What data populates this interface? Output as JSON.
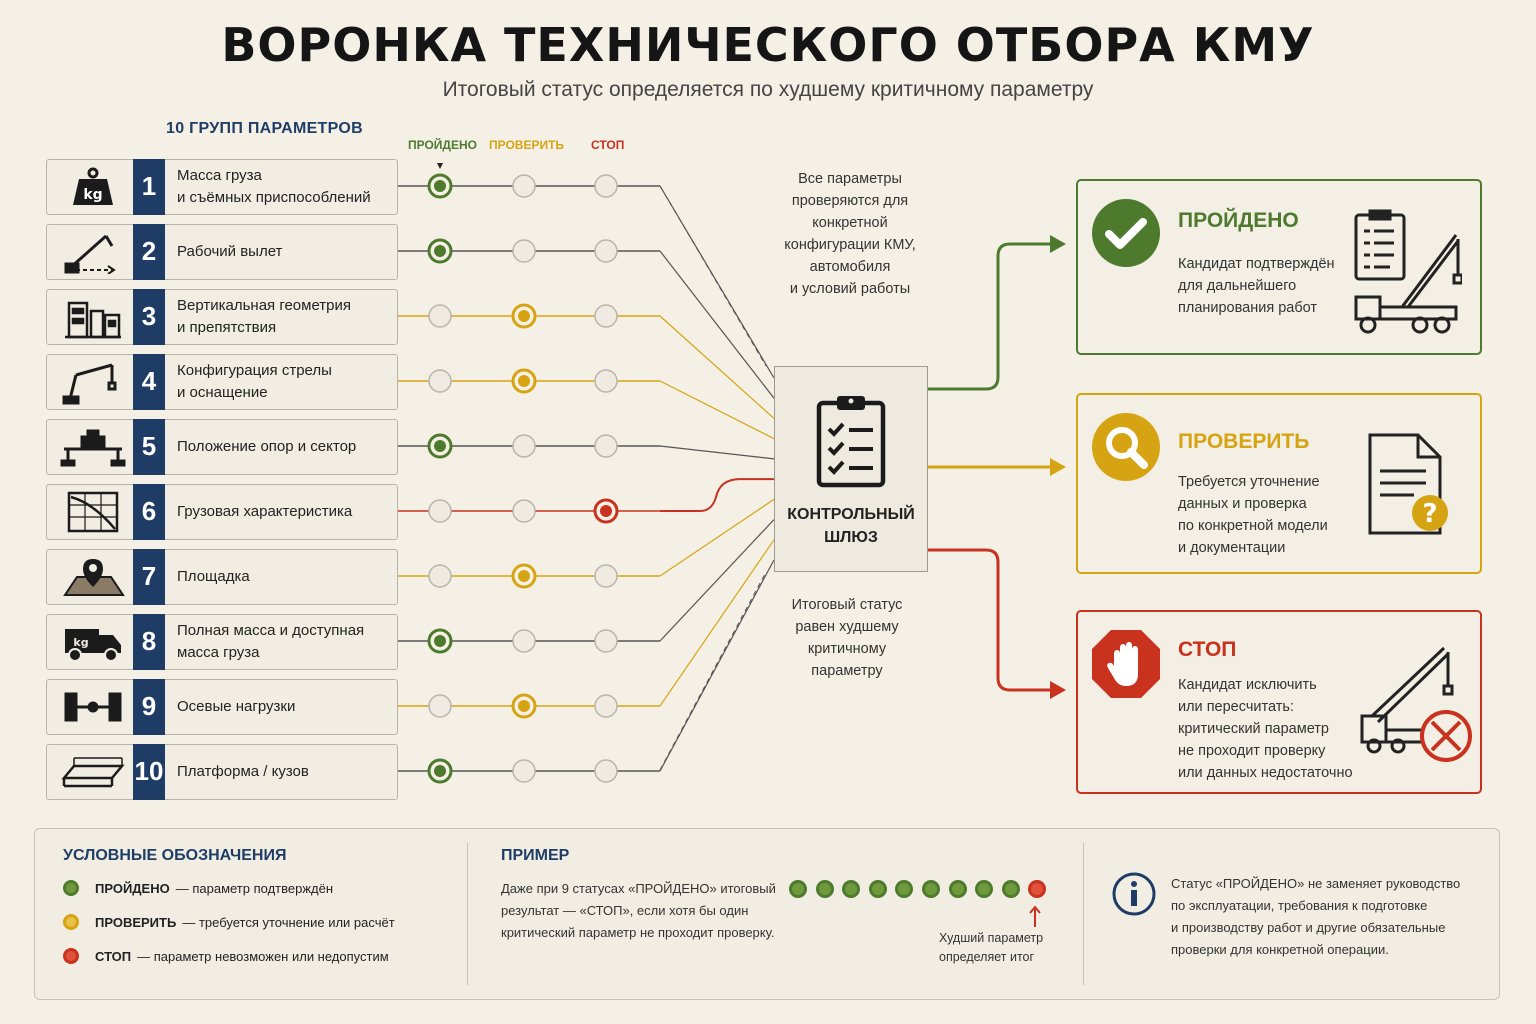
{
  "title": "ВОРОНКА ТЕХНИЧЕСКОГО ОТБОРА КМУ",
  "subtitle": "Итоговый статус определяется по худшему критичному параметру",
  "groups_heading": "10 ГРУПП ПАРАМЕТРОВ",
  "status_columns": [
    "ПРОЙДЕНО",
    "ПРОВЕРИТЬ",
    "СТОП"
  ],
  "colors": {
    "pass": "#4e7a2e",
    "check": "#d6a412",
    "stop": "#c8321e",
    "navy": "#1f3c66"
  },
  "parameters": [
    {
      "num": "1",
      "label": "Масса груза\nи съёмных приспособлений",
      "status": "pass",
      "icon": "kg-weight-icon"
    },
    {
      "num": "2",
      "label": "Рабочий вылет",
      "status": "pass",
      "icon": "crane-reach-icon"
    },
    {
      "num": "3",
      "label": "Вертикальная геометрия\nи препятствия",
      "status": "check",
      "icon": "buildings-icon"
    },
    {
      "num": "4",
      "label": "Конфигурация стрелы\nи оснащение",
      "status": "check",
      "icon": "crane-boom-icon"
    },
    {
      "num": "5",
      "label": "Положение опор и сектор",
      "status": "pass",
      "icon": "outriggers-icon"
    },
    {
      "num": "6",
      "label": "Грузовая характеристика",
      "status": "stop",
      "icon": "load-chart-icon"
    },
    {
      "num": "7",
      "label": "Площадка",
      "status": "check",
      "icon": "site-pin-icon"
    },
    {
      "num": "8",
      "label": "Полная масса и доступная\nмасса груза",
      "status": "pass",
      "icon": "truck-icon"
    },
    {
      "num": "9",
      "label": "Осевые нагрузки",
      "status": "check",
      "icon": "axle-icon"
    },
    {
      "num": "10",
      "label": "Платформа / кузов",
      "status": "pass",
      "icon": "platform-icon"
    }
  ],
  "note_top": "Все параметры\nпроверяются для\nконкретной\nконфигурации КМУ,\nавтомобиля\nи условий работы",
  "gate_label": "КОНТРОЛЬНЫЙ\nШЛЮЗ",
  "note_bottom": "Итоговый статус\nравен худшему\nкритичному\nпараметру",
  "outcomes": [
    {
      "key": "pass",
      "title": "ПРОЙДЕНО",
      "desc": "Кандидат подтверждён\nдля дальнейшего\nпланирования работ",
      "icon": "check-circle-icon"
    },
    {
      "key": "check",
      "title": "ПРОВЕРИТЬ",
      "desc": "Требуется уточнение\nданных и проверка\nпо конкретной модели\nи документации",
      "icon": "magnifier-icon"
    },
    {
      "key": "stop",
      "title": "СТОП",
      "desc": "Кандидат исключить\nили пересчитать:\nкритический параметр\nне проходит проверку\nили данных недостаточно",
      "icon": "stop-hand-icon"
    }
  ],
  "legend": {
    "title": "УСЛОВНЫЕ ОБОЗНАЧЕНИЯ",
    "items": [
      {
        "key": "ПРОЙДЕНО",
        "text": "— параметр подтверждён"
      },
      {
        "key": "ПРОВЕРИТЬ",
        "text": "— требуется уточнение или расчёт"
      },
      {
        "key": "СТОП",
        "text": "— параметр невозможен или недопустим"
      }
    ]
  },
  "example": {
    "title": "ПРИМЕР",
    "text": "Даже при 9 статусах «ПРОЙДЕНО» итоговый\nрезультат — «СТОП», если хотя бы один\nкритический параметр не проходит проверку.",
    "dots": [
      "pass",
      "pass",
      "pass",
      "pass",
      "pass",
      "pass",
      "pass",
      "pass",
      "pass",
      "stop"
    ],
    "caption": "Худший параметр\nопределяет итог"
  },
  "info_text": "Статус «ПРОЙДЕНО» не заменяет руководство\nпо эксплуатации, требования к подготовке\nи производству работ и другие обязательные\nпроверки для конкретной операции."
}
